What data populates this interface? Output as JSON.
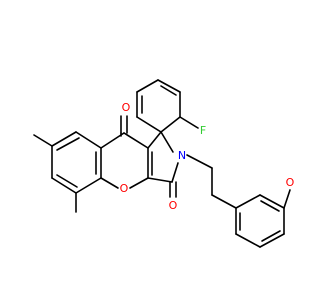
{
  "structure": {
    "atoms": [
      {
        "id": "ketone_oxygen",
        "symbol": "O",
        "color": "#ff0000"
      },
      {
        "id": "fluorine",
        "symbol": "F",
        "color": "#33cc33"
      },
      {
        "id": "nitrogen",
        "symbol": "N",
        "color": "#0000ff"
      },
      {
        "id": "ring_oxygen",
        "symbol": "O",
        "color": "#ff0000"
      },
      {
        "id": "lactam_oxygen",
        "symbol": "O",
        "color": "#ff0000"
      },
      {
        "id": "methoxy_oxygen",
        "symbol": "O",
        "color": "#ff0000"
      }
    ],
    "bond_color": "#000000",
    "background_color": "#ffffff"
  }
}
